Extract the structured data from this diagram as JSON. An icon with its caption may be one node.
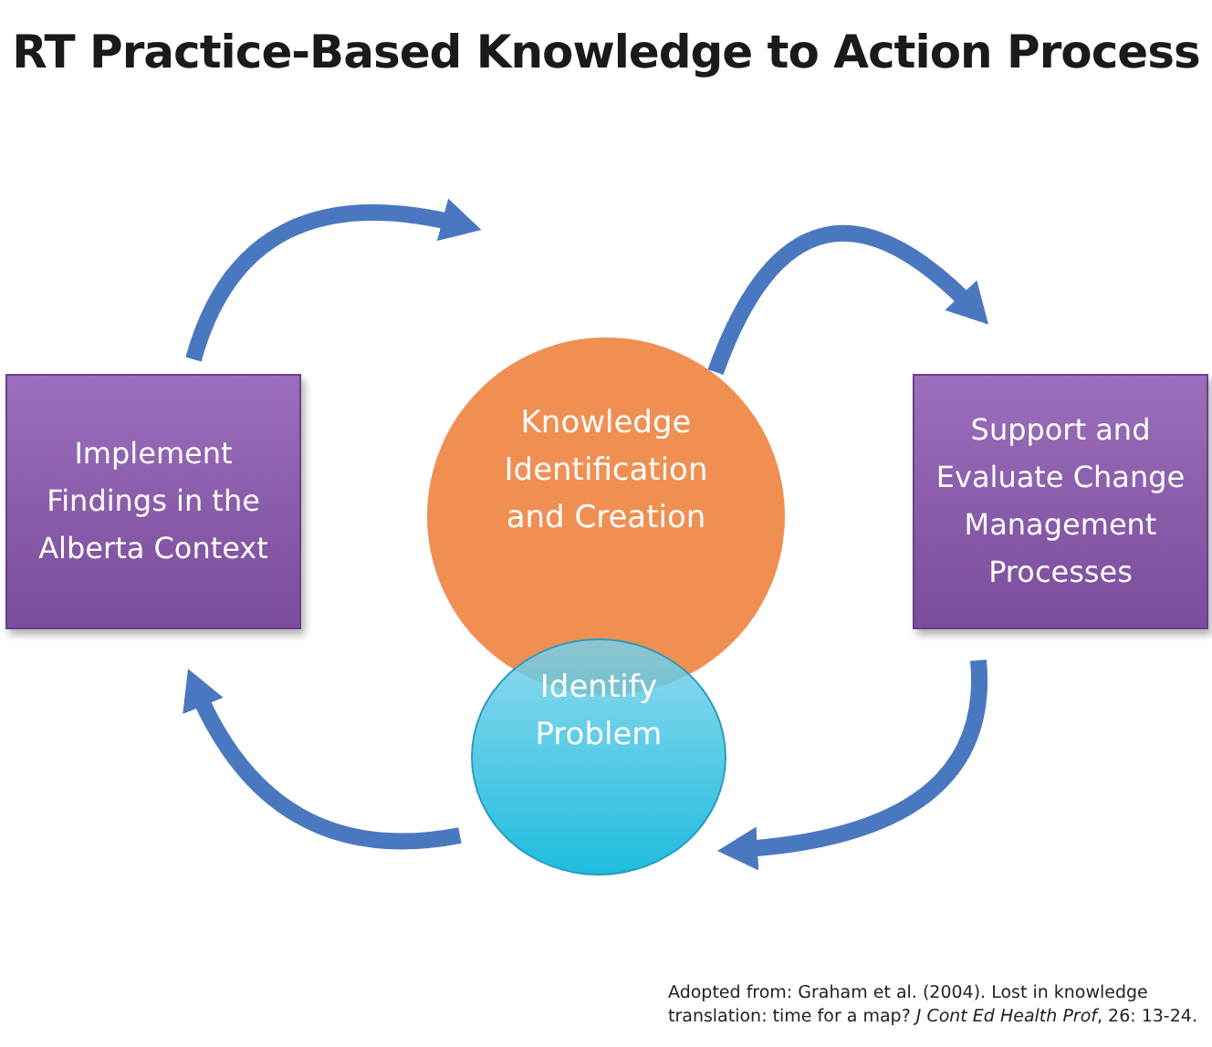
{
  "diagram": {
    "title": "RT Practice-Based Knowledge to Action Process",
    "caption": "Adopted from: Graham et al. (2004). Lost in knowledge translation: time for a map? *J Cont Ed Health Prof*, 26: 13-24.",
    "nodes": [
      {
        "text": [
          "Knowledge Identification and Creation"
        ]
      },
      {
        "text": [
          "Implement Findings in the Alberta Context"
        ]
      },
      {
        "text": [
          "Support and Evaluate Change Management Processes"
        ]
      },
      {
        "text": [
          "Identify Problem"
        ]
      }
    ],
    "edges": [
      {
        "from": 1,
        "to": 0,
        "arrow": "to"
      },
      {
        "from": 0,
        "to": 2,
        "arrow": "to"
      },
      {
        "from": 2,
        "to": 3,
        "arrow": "to"
      },
      {
        "from": 3,
        "to": 1,
        "arrow": "to"
      }
    ]
  }
}
